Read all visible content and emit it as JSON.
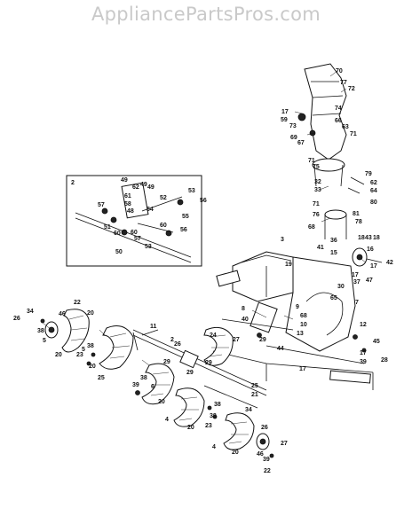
{
  "watermark": "AppliancePartsPros.com",
  "inset": {
    "label": "2"
  },
  "callouts": [
    "70",
    "77",
    "72",
    "74",
    "17",
    "59",
    "66",
    "73",
    "63",
    "69",
    "67",
    "71",
    "71",
    "75",
    "79",
    "32",
    "33",
    "62",
    "64",
    "80",
    "81",
    "78",
    "71",
    "76",
    "68",
    "3",
    "36",
    "41",
    "18",
    "43",
    "18",
    "15",
    "16",
    "42",
    "17",
    "17",
    "30",
    "37",
    "47",
    "65",
    "7",
    "19",
    "9",
    "8",
    "40",
    "68",
    "10",
    "13",
    "12",
    "44",
    "17",
    "28",
    "45",
    "17",
    "39",
    "29",
    "27",
    "34",
    "22",
    "26",
    "46",
    "38",
    "5",
    "20",
    "20",
    "38",
    "23",
    "5",
    "20",
    "25",
    "11",
    "2",
    "29",
    "24",
    "39",
    "38",
    "6",
    "26",
    "29",
    "20",
    "29",
    "25",
    "21",
    "38",
    "4",
    "34",
    "20",
    "23",
    "38",
    "26",
    "27",
    "4",
    "20",
    "46",
    "39",
    "22",
    "49",
    "62",
    "61",
    "49",
    "58",
    "52",
    "53",
    "57",
    "48",
    "54",
    "56",
    "60",
    "55",
    "51",
    "60",
    "57",
    "53",
    "56",
    "50",
    "60",
    "49"
  ]
}
